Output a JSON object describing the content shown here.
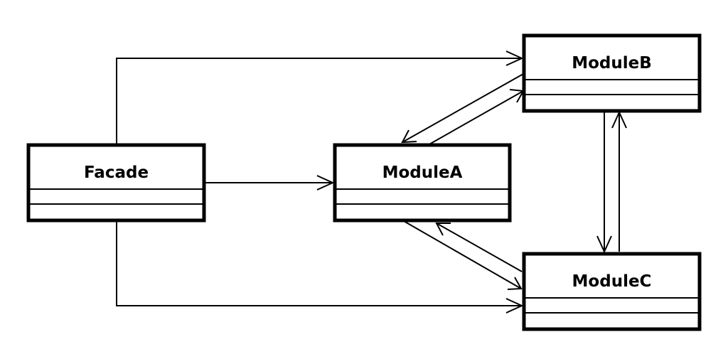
{
  "colors": {
    "background": "#ffffff",
    "stroke": "#000000",
    "text": "#000000"
  },
  "classes": {
    "facade": {
      "name": "Facade"
    },
    "module_a": {
      "name": "ModuleA"
    },
    "module_b": {
      "name": "ModuleB"
    },
    "module_c": {
      "name": "ModuleC"
    }
  },
  "relations": [
    {
      "from": "Facade",
      "to": "ModuleA",
      "type": "association"
    },
    {
      "from": "Facade",
      "to": "ModuleB",
      "type": "association"
    },
    {
      "from": "Facade",
      "to": "ModuleC",
      "type": "association"
    },
    {
      "from": "ModuleA",
      "to": "ModuleB",
      "type": "association"
    },
    {
      "from": "ModuleB",
      "to": "ModuleA",
      "type": "association"
    },
    {
      "from": "ModuleA",
      "to": "ModuleC",
      "type": "association"
    },
    {
      "from": "ModuleC",
      "to": "ModuleA",
      "type": "association"
    },
    {
      "from": "ModuleB",
      "to": "ModuleC",
      "type": "association"
    },
    {
      "from": "ModuleC",
      "to": "ModuleB",
      "type": "association"
    }
  ]
}
